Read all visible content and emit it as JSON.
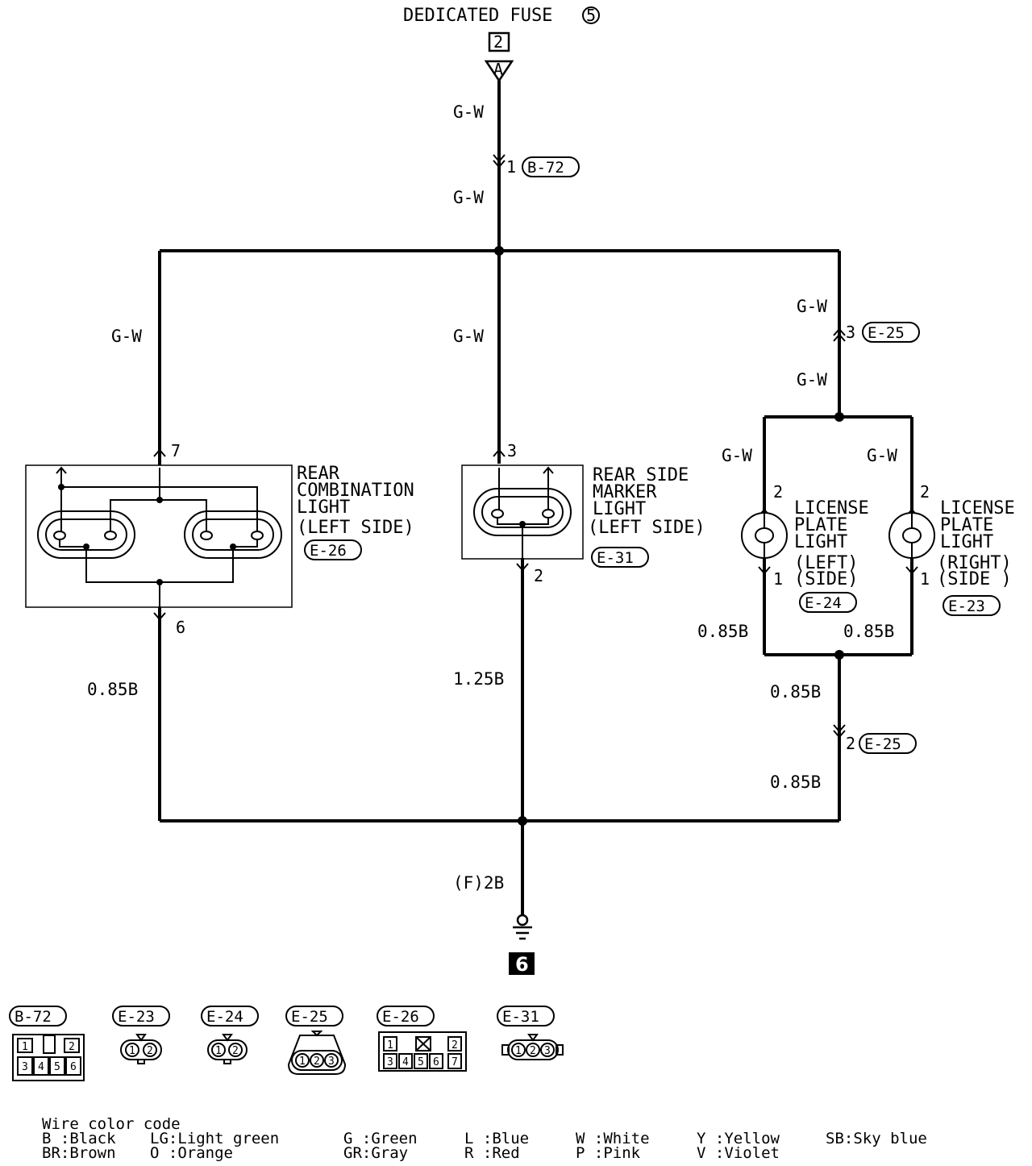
{
  "source": {
    "name": "DEDICATED FUSE",
    "number": "5",
    "connector_code": "2",
    "terminal": "A"
  },
  "wires": {
    "gw": "G-W",
    "b085": "0.85B",
    "b125": "1.25B",
    "ground_wire": "(F)2B"
  },
  "connectors": {
    "b72": "B-72",
    "e23": "E-23",
    "e24": "E-24",
    "e25": "E-25",
    "e26": "E-26",
    "e31": "E-31"
  },
  "pins": {
    "b72_pin": "1",
    "e25_in": "3",
    "e25_out": "2",
    "e26_in": "7",
    "e26_out": "6",
    "e31_in": "3",
    "e31_out": "2",
    "lp_in": "2",
    "lp_out": "1"
  },
  "components": {
    "rear_combination": [
      "REAR",
      "COMBINATION",
      "LIGHT",
      "(LEFT SIDE)"
    ],
    "rear_side_marker": [
      "REAR SIDE",
      "MARKER",
      "LIGHT",
      "(LEFT SIDE)"
    ],
    "license_left": [
      "LICENSE",
      "PLATE",
      "LIGHT",
      "(LEFT)",
      "(SIDE)"
    ],
    "license_right": [
      "LICENSE",
      "PLATE",
      "LIGHT",
      "(RIGHT)",
      "(SIDE )"
    ]
  },
  "ground": {
    "number": "6"
  },
  "connector_views": {
    "b72_top": [
      "1",
      "2"
    ],
    "b72_bottom": [
      "3",
      "4",
      "5",
      "6"
    ],
    "e23_pins": [
      "1",
      "2"
    ],
    "e24_pins": [
      "1",
      "2"
    ],
    "e25_pins": [
      "1",
      "2",
      "3"
    ],
    "e26_top": [
      "1",
      "2"
    ],
    "e26_bottom": [
      "3",
      "4",
      "5",
      "6",
      "7"
    ],
    "e31_pins": [
      "1",
      "2",
      "3"
    ]
  },
  "legend": {
    "title": "Wire color code",
    "rows": [
      [
        "B :Black",
        "LG:Light green",
        "G :Green",
        "L :Blue",
        "W :White",
        "Y :Yellow",
        "SB:Sky blue"
      ],
      [
        "BR:Brown",
        "O :Orange",
        "GR:Gray",
        "R :Red",
        "P :Pink",
        "V :Violet",
        ""
      ]
    ]
  }
}
